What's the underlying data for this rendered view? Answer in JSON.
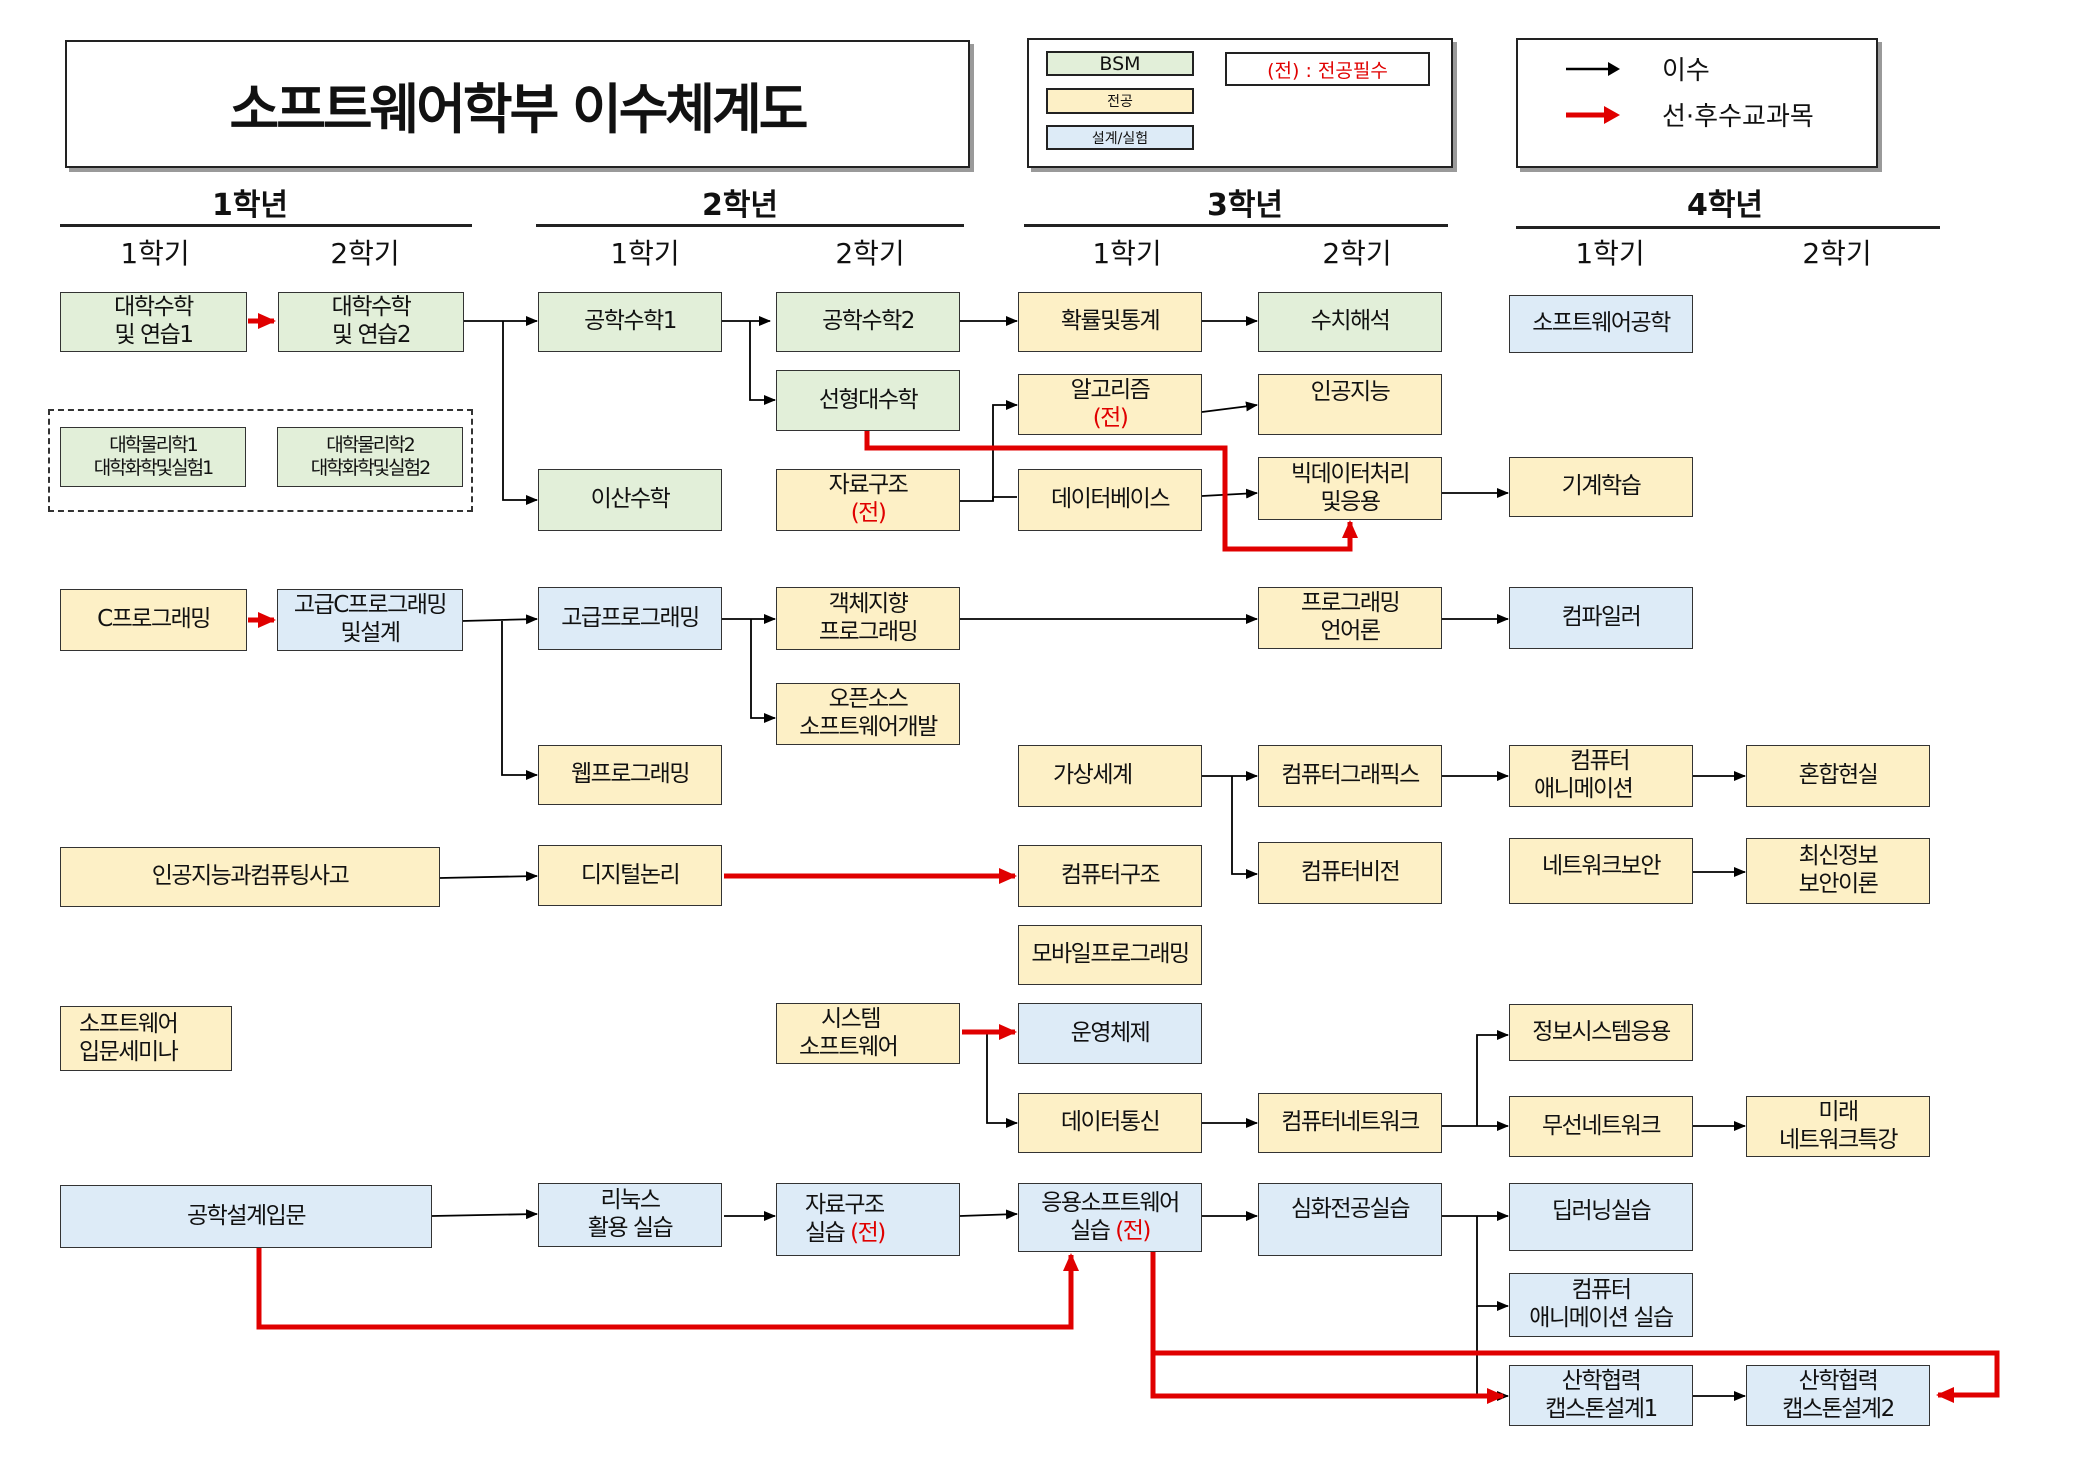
{
  "title": "소프트웨어학부 이수체계도",
  "legend": {
    "bsm": "BSM",
    "major": "전공",
    "design": "설계/실험",
    "required_note": "(전) : 전공필수",
    "arrow_normal": "이수",
    "arrow_prereq": "선·후수교과목"
  },
  "years": [
    {
      "label": "1학년",
      "sem1": "1학기",
      "sem2": "2학기"
    },
    {
      "label": "2학년",
      "sem1": "1학기",
      "sem2": "2학기"
    },
    {
      "label": "3학년",
      "sem1": "1학기",
      "sem2": "2학기"
    },
    {
      "label": "4학년",
      "sem1": "1학기",
      "sem2": "2학기"
    }
  ],
  "required_mark": "(전)",
  "courses": {
    "calc1": {
      "l1": "대학수학",
      "l2": "및 연습1"
    },
    "calc2": {
      "l1": "대학수학",
      "l2": "및 연습2"
    },
    "phys1": {
      "l1": "대학물리학1",
      "l2": "대학화학및실험1"
    },
    "phys2": {
      "l1": "대학물리학2",
      "l2": "대학화학및실험2"
    },
    "engmath1": "공학수학1",
    "engmath2": "공학수학2",
    "linalg": "선형대수학",
    "discrete": "이산수학",
    "datastruct": "자료구조",
    "prob": "확률및통계",
    "algo": "알고리즘",
    "database": "데이터베이스",
    "numerical": "수치해석",
    "ai": "인공지능",
    "bigdata": {
      "l1": "빅데이터처리",
      "l2": "및응용"
    },
    "swe": "소프트웨어공학",
    "ml": "기계학습",
    "cprog": "C프로그래밍",
    "advc": {
      "l1": "고급C프로그래밍",
      "l2": "및설계"
    },
    "advprog": "고급프로그래밍",
    "oop": {
      "l1": "객체지향",
      "l2": "프로그래밍"
    },
    "opensource": {
      "l1": "오픈소스",
      "l2": "소프트웨어개발"
    },
    "webprog": "웹프로그래밍",
    "pl": {
      "l1": "프로그래밍",
      "l2": "언어론"
    },
    "compiler": "컴파일러",
    "vr": "가상세계",
    "graphics": "컴퓨터그래픽스",
    "animation": {
      "l1": "컴퓨터",
      "l2": "애니메이션"
    },
    "mr": "혼합현실",
    "vision": "컴퓨터비전",
    "netsec": "네트워크보안",
    "seclatest": {
      "l1": "최신정보",
      "l2": "보안이론"
    },
    "aithink": "인공지능과컴퓨팅사고",
    "digital": "디지털논리",
    "arch": "컴퓨터구조",
    "mobile": "모바일프로그래밍",
    "swseminar": {
      "l1": "소프트웨어",
      "l2": "입문세미나"
    },
    "syssw": {
      "l1": "시스템",
      "l2": "소프트웨어"
    },
    "os": "운영체제",
    "datacomm": "데이터통신",
    "network": "컴퓨터네트워크",
    "infosys": "정보시스템응용",
    "wireless": "무선네트워크",
    "futurenet": {
      "l1": "미래",
      "l2": "네트워크특강"
    },
    "engdesign": "공학설계입문",
    "linux": {
      "l1": "리눅스",
      "l2": "활용 실습"
    },
    "dslab": {
      "l1": "자료구조",
      "l2": "실습"
    },
    "appsw": {
      "l1": "응용소프트웨어",
      "l2": "실습"
    },
    "advlab": "심화전공실습",
    "dllab": "딥러닝실습",
    "animlab": {
      "l1": "컴퓨터",
      "l2": "애니메이션 실습"
    },
    "cap1": {
      "l1": "산학협력",
      "l2": "캡스톤설계1"
    },
    "cap2": {
      "l1": "산학협력",
      "l2": "캡스톤설계2"
    }
  }
}
